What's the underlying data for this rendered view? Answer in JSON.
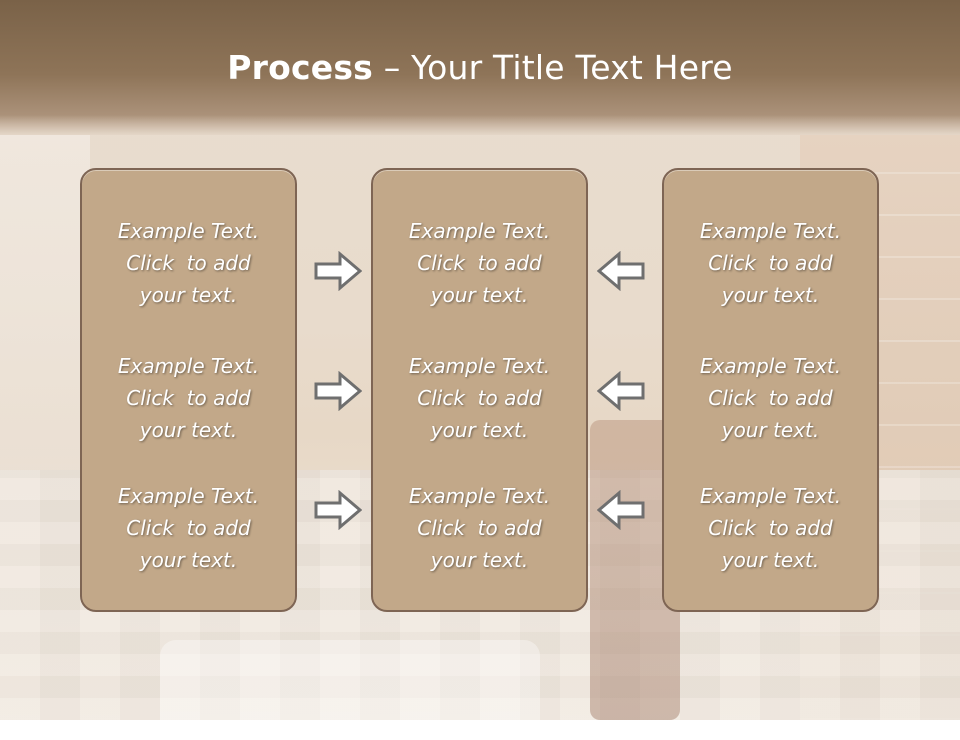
{
  "title": {
    "bold": "Process",
    "rest": " – Your Title Text Here"
  },
  "columns": [
    {
      "items": [
        {
          "l1": "Example Text.",
          "l2": "Click  to add",
          "l3": "your text."
        },
        {
          "l1": "Example Text.",
          "l2": "Click  to add",
          "l3": "your text."
        },
        {
          "l1": "Example Text.",
          "l2": "Click  to add",
          "l3": "your text."
        }
      ]
    },
    {
      "items": [
        {
          "l1": "Example Text.",
          "l2": "Click  to add",
          "l3": "your text."
        },
        {
          "l1": "Example Text.",
          "l2": "Click  to add",
          "l3": "your text."
        },
        {
          "l1": "Example Text.",
          "l2": "Click  to add",
          "l3": "your text."
        }
      ]
    },
    {
      "items": [
        {
          "l1": "Example Text.",
          "l2": "Click  to add",
          "l3": "your text."
        },
        {
          "l1": "Example Text.",
          "l2": "Click  to add",
          "l3": "your text."
        },
        {
          "l1": "Example Text.",
          "l2": "Click  to add",
          "l3": "your text."
        }
      ]
    }
  ],
  "arrows": {
    "left_to_center": [
      "arrow-right-icon",
      "arrow-right-icon",
      "arrow-right-icon"
    ],
    "right_to_center": [
      "arrow-left-icon",
      "arrow-left-icon",
      "arrow-left-icon"
    ]
  },
  "colors": {
    "title_band": "#8e7458",
    "box_fill": "#c2a889",
    "box_border": "#7e6554",
    "text": "#ffffff"
  }
}
